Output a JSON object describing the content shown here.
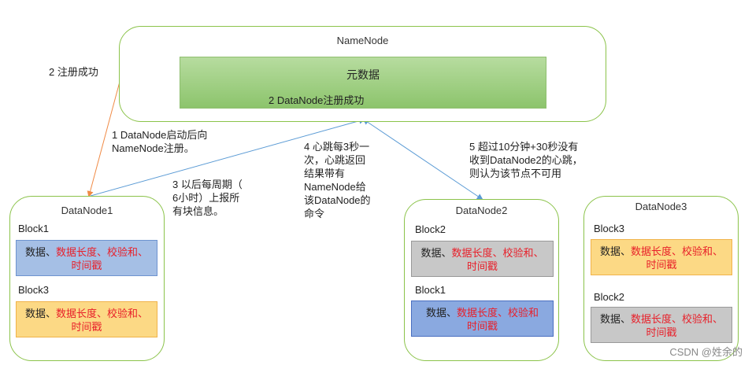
{
  "namenode": {
    "title": "NameNode",
    "meta_title": "元数据",
    "meta_sub": "2 DataNode注册成功"
  },
  "notes": {
    "register_success": "2 注册成功",
    "step1": "1 DataNode启动后向\nNameNode注册。",
    "step3": "3 以后每周期（\n6小时）上报所\n有块信息。",
    "step4": "4 心跳每3秒一\n次，心跳返回\n结果带有\nNameNode给\n该DataNode的\n命令",
    "step5": "5 超过10分钟+30秒没有\n收到DataNode2的心跳，\n则认为该节点不可用"
  },
  "block_text": {
    "data": "数据、",
    "len_checksum": "数据长度、校验和、",
    "timestamp": "时间戳",
    "len_checksum_nocomma": "数据长度、校验和"
  },
  "datanodes": [
    {
      "title": "DataNode1",
      "blocks": [
        {
          "label": "Block1"
        },
        {
          "label": "Block3"
        }
      ]
    },
    {
      "title": "DataNode2",
      "blocks": [
        {
          "label": "Block2"
        },
        {
          "label": "Block1"
        }
      ]
    },
    {
      "title": "DataNode3",
      "blocks": [
        {
          "label": "Block3"
        },
        {
          "label": "Block2"
        }
      ]
    }
  ],
  "colors": {
    "orange_arrow": "#f08a45",
    "blue_arrow": "#5b9bd5",
    "node_border": "#8bc34a"
  },
  "watermark": "CSDN @姓余的"
}
